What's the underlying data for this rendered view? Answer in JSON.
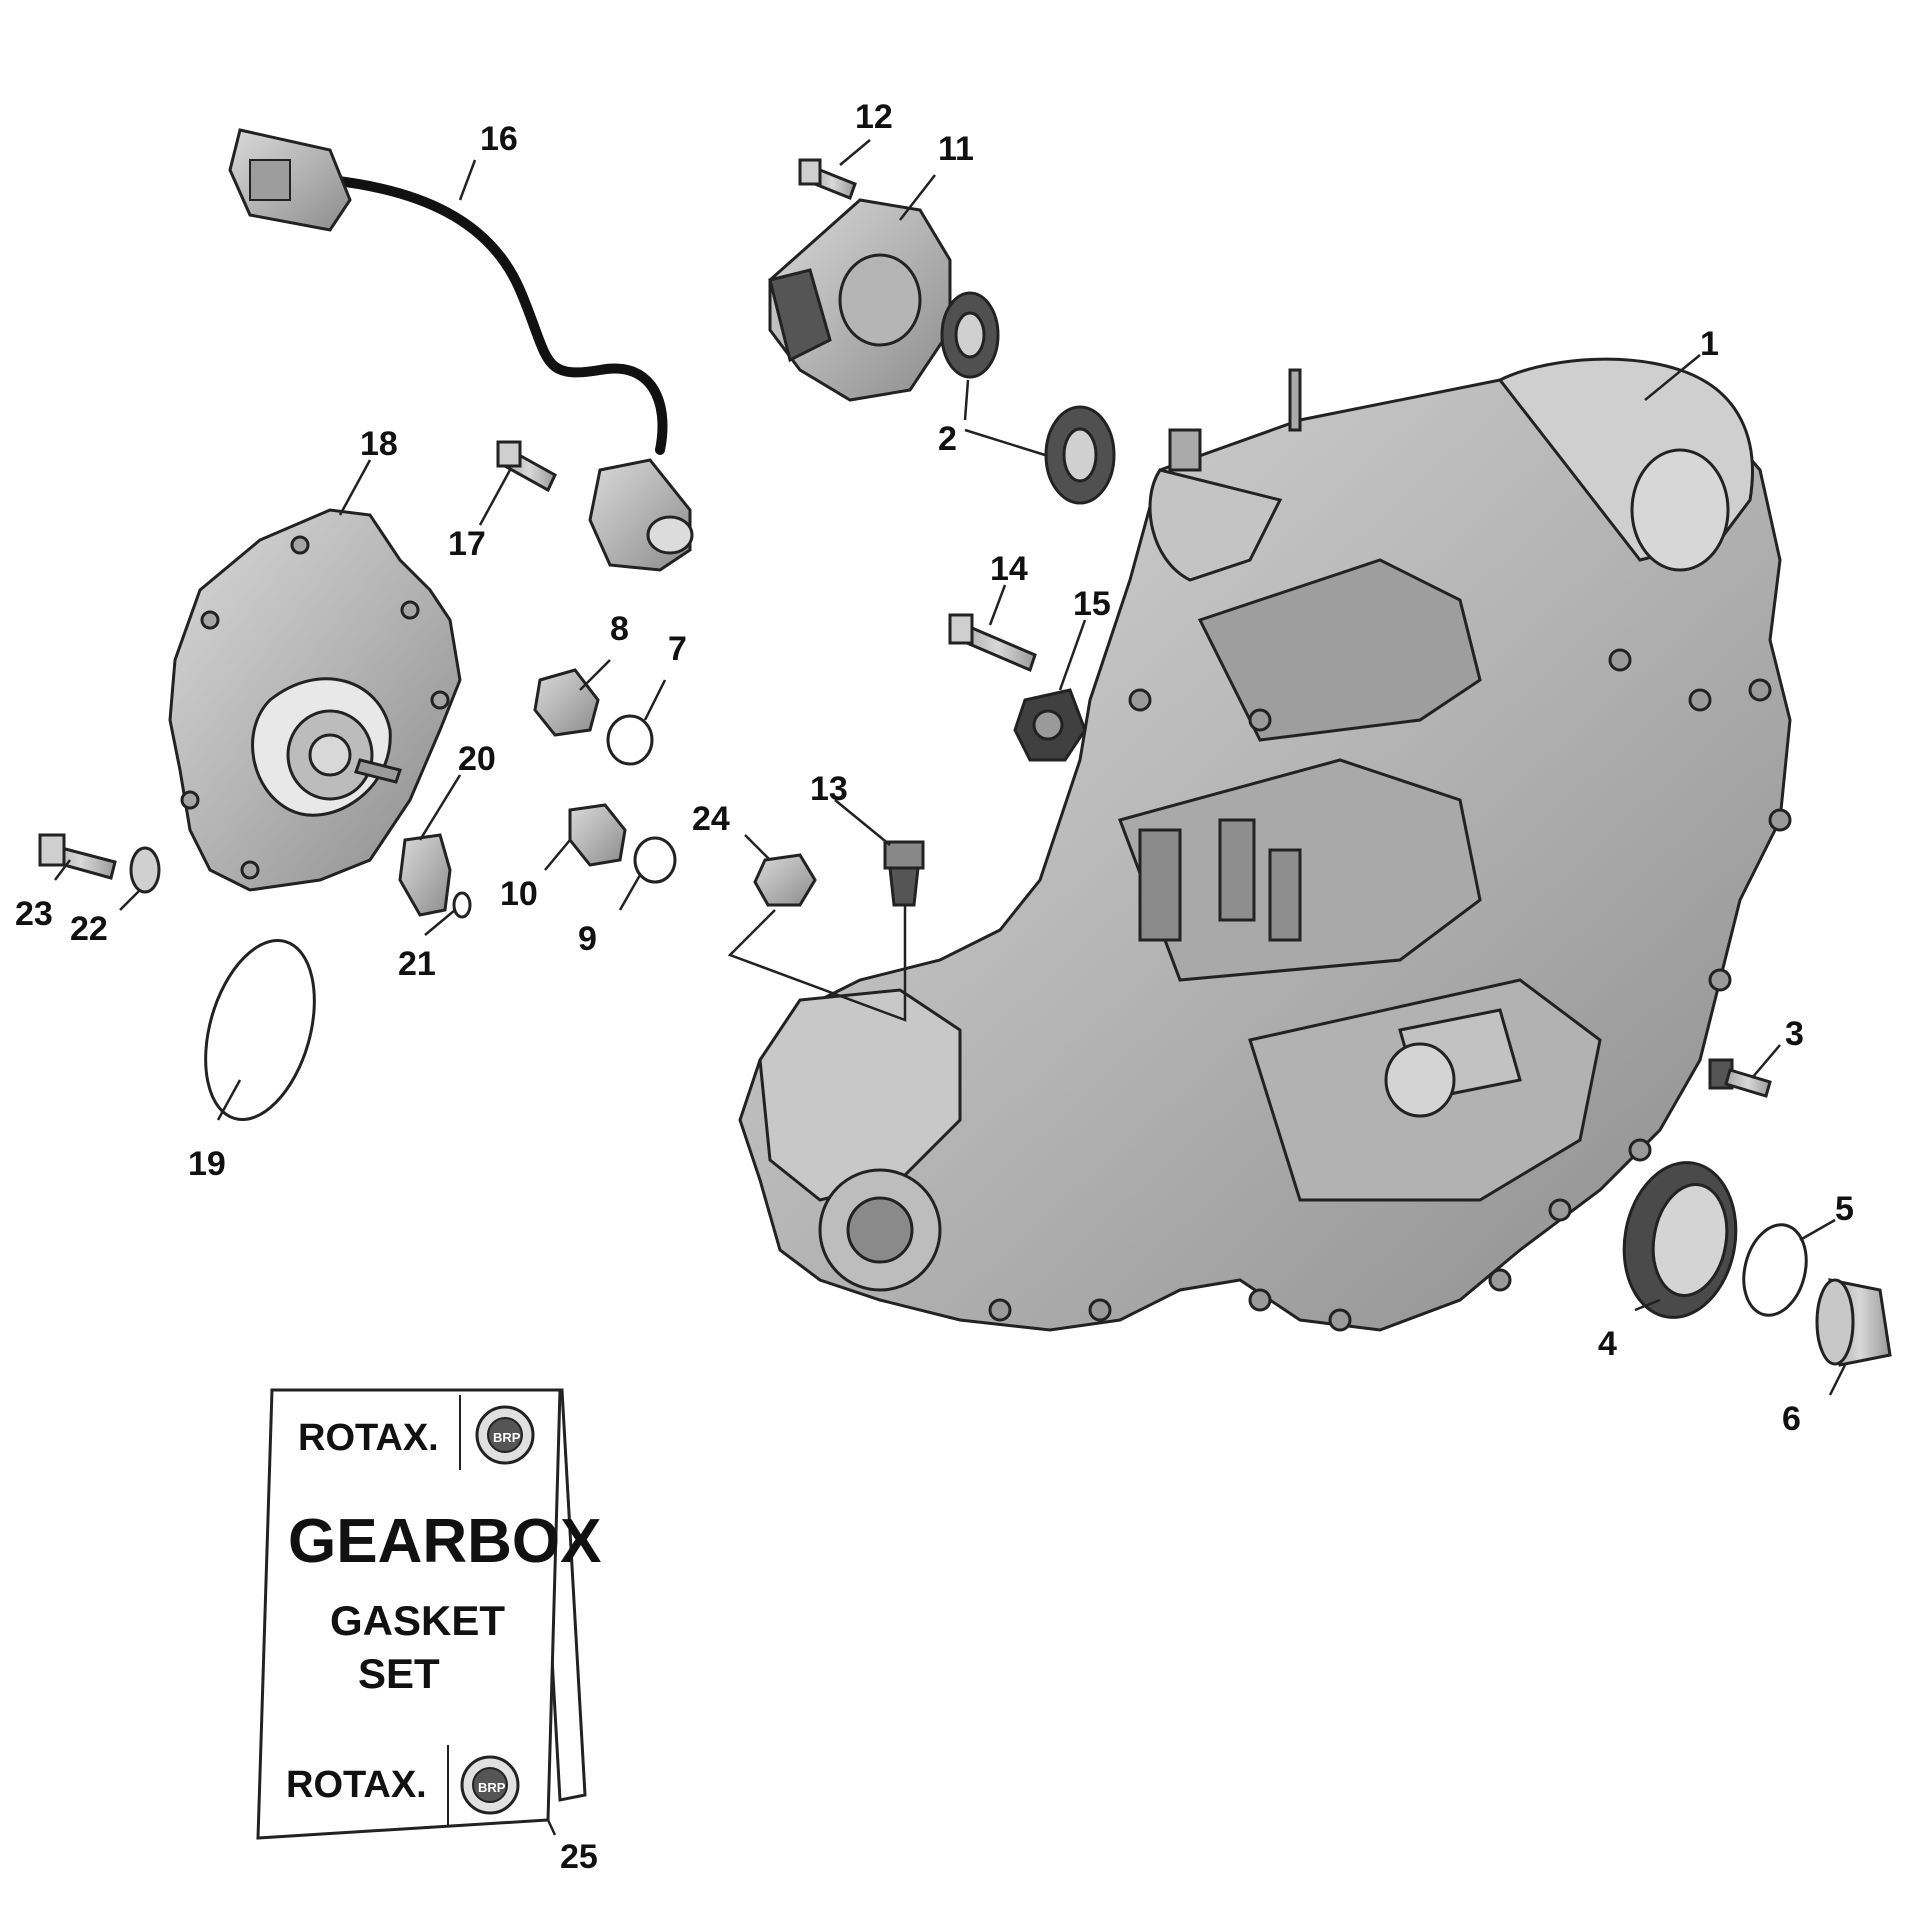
{
  "callouts": [
    {
      "id": "1",
      "label": "1"
    },
    {
      "id": "2",
      "label": "2"
    },
    {
      "id": "3",
      "label": "3"
    },
    {
      "id": "4",
      "label": "4"
    },
    {
      "id": "5",
      "label": "5"
    },
    {
      "id": "6",
      "label": "6"
    },
    {
      "id": "7",
      "label": "7"
    },
    {
      "id": "8",
      "label": "8"
    },
    {
      "id": "9",
      "label": "9"
    },
    {
      "id": "10",
      "label": "10"
    },
    {
      "id": "11",
      "label": "11"
    },
    {
      "id": "12",
      "label": "12"
    },
    {
      "id": "13",
      "label": "13"
    },
    {
      "id": "14",
      "label": "14"
    },
    {
      "id": "15",
      "label": "15"
    },
    {
      "id": "16",
      "label": "16"
    },
    {
      "id": "17",
      "label": "17"
    },
    {
      "id": "18",
      "label": "18"
    },
    {
      "id": "19",
      "label": "19"
    },
    {
      "id": "20",
      "label": "20"
    },
    {
      "id": "21",
      "label": "21"
    },
    {
      "id": "22",
      "label": "22"
    },
    {
      "id": "23",
      "label": "23"
    },
    {
      "id": "24",
      "label": "24"
    },
    {
      "id": "25",
      "label": "25"
    }
  ],
  "booklet": {
    "brand_top": "ROTAX.",
    "title": "GEARBOX",
    "line2": "GASKET",
    "line3": "SET",
    "brand_bottom": "ROTAX.",
    "badge": "BRP"
  },
  "colors": {
    "part_fill": "#bdbdbd",
    "part_dark": "#6a6a6a",
    "stroke": "#222222"
  }
}
